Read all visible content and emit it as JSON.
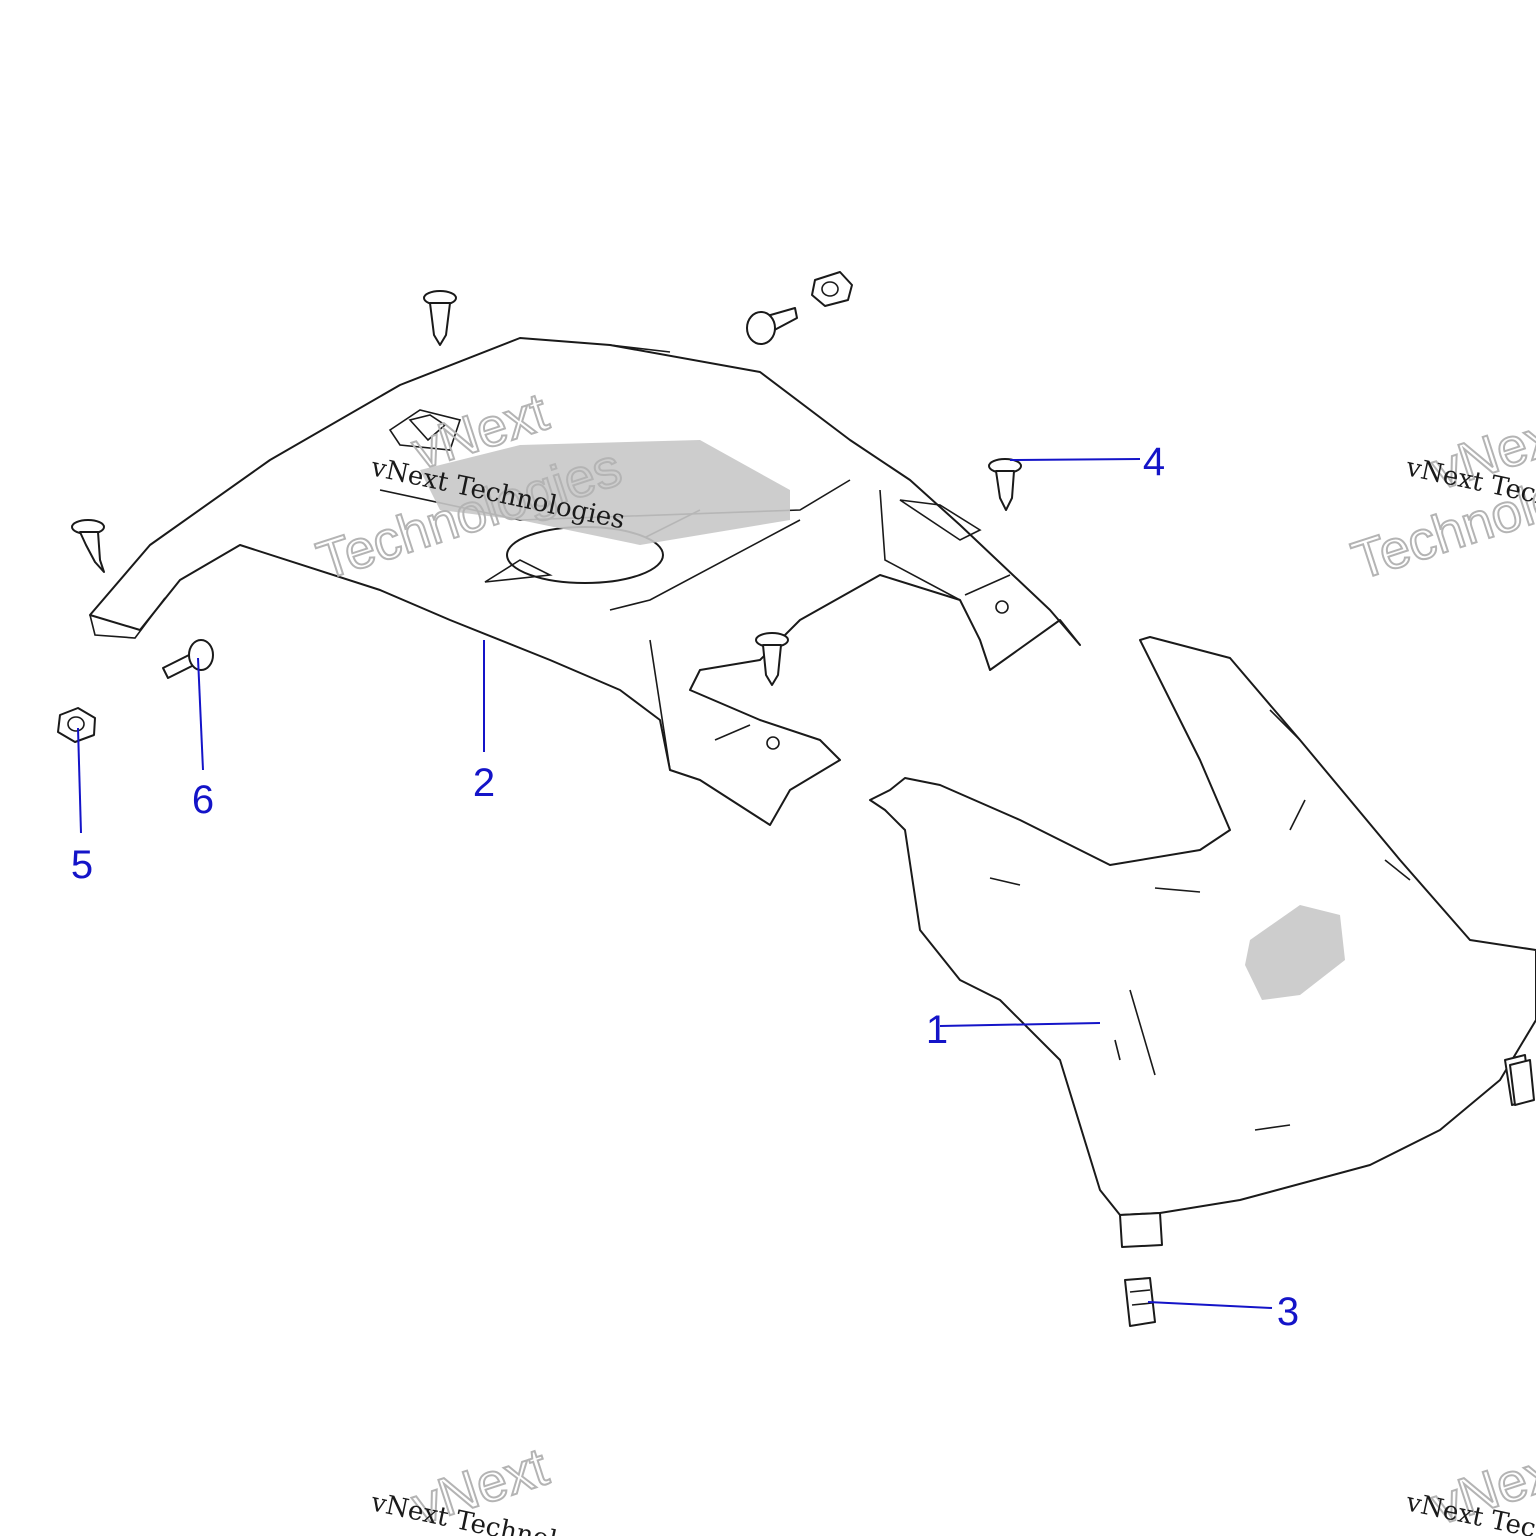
{
  "callouts": [
    {
      "id": "1",
      "label": "1"
    },
    {
      "id": "2",
      "label": "2"
    },
    {
      "id": "3",
      "label": "3"
    },
    {
      "id": "4",
      "label": "4"
    },
    {
      "id": "5",
      "label": "5"
    },
    {
      "id": "6",
      "label": "6"
    }
  ],
  "watermark": {
    "brand": "vNext",
    "word": "Technologies",
    "full": "vNext Technologies"
  },
  "colors": {
    "callout": "#1414c8",
    "watermark": "#b4b4b4",
    "line": "#1a1a1a",
    "shade": "#c8c8c8"
  }
}
